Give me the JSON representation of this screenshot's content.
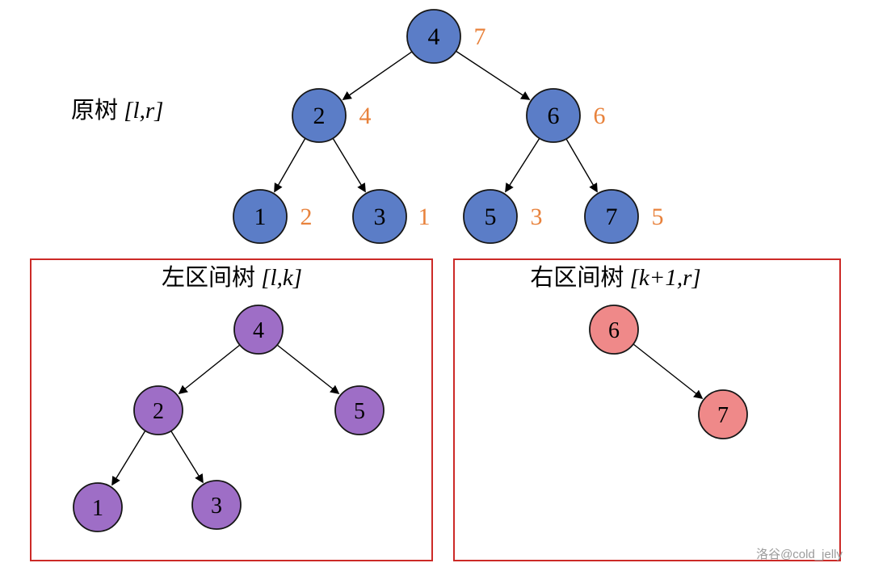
{
  "colors": {
    "original_node_fill": "#5b7dc7",
    "left_node_fill": "#9e6ec6",
    "right_node_fill": "#ef8989",
    "annotation": "#e8823c",
    "box_border": "#cc2a27",
    "watermark": "#9b9b9b"
  },
  "original_tree": {
    "label_cn": "原树",
    "label_range": " [l,r]",
    "nodes": [
      {
        "value": "4",
        "annotation": "7"
      },
      {
        "value": "2",
        "annotation": "4"
      },
      {
        "value": "6",
        "annotation": "6"
      },
      {
        "value": "1",
        "annotation": "2"
      },
      {
        "value": "3",
        "annotation": "1"
      },
      {
        "value": "5",
        "annotation": "3"
      },
      {
        "value": "7",
        "annotation": "5"
      }
    ]
  },
  "left_tree": {
    "title_cn": "左区间树",
    "title_range": " [l,k]",
    "nodes": [
      {
        "value": "4"
      },
      {
        "value": "2"
      },
      {
        "value": "5"
      },
      {
        "value": "1"
      },
      {
        "value": "3"
      }
    ]
  },
  "right_tree": {
    "title_cn": "右区间树",
    "title_range": " [k+1,r]",
    "nodes": [
      {
        "value": "6"
      },
      {
        "value": "7"
      }
    ]
  },
  "watermark": "洛谷@cold_jelly"
}
